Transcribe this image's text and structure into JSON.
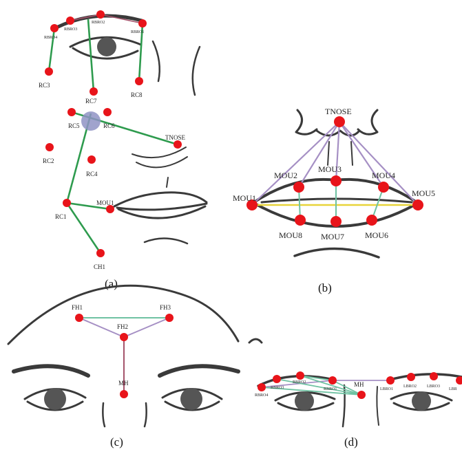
{
  "panels": {
    "a": {
      "caption": "(a)",
      "labels": {
        "RBRO1": "RBRO1",
        "RBRO2": "RBRO2",
        "RBRO3": "RBRO3",
        "RBRO4": "RBRO4",
        "RC3": "RC3",
        "RC7": "RC7",
        "RC8": "RC8",
        "RC5": "RC5",
        "RC6": "RC6",
        "TNOSE": "TNOSE",
        "RC2": "RC2",
        "RC4": "RC4",
        "RC1": "RC1",
        "MOU1": "MOU1",
        "CH1": "CH1"
      }
    },
    "b": {
      "caption": "(b)",
      "labels": {
        "TNOSE": "TNOSE",
        "MOU1": "MOU1",
        "MOU2": "MOU2",
        "MOU3": "MOU3",
        "MOU4": "MOU4",
        "MOU5": "MOU5",
        "MOU6": "MOU6",
        "MOU7": "MOU7",
        "MOU8": "MOU8"
      }
    },
    "c": {
      "caption": "(c)",
      "labels": {
        "FH1": "FH1",
        "FH2": "FH2",
        "FH3": "FH3",
        "MH": "MH"
      }
    },
    "d": {
      "caption": "(d)",
      "labels": {
        "RBRO4": "RBRO4",
        "RBRO3": "RBRO3",
        "RBRO2": "RBRO2",
        "RBRO1": "RBRO1",
        "MH": "MH",
        "LBRO1": "LBRO1",
        "LBRO2": "LBRO2",
        "LBRO3": "LBRO3",
        "LBRO4": "LBR"
      }
    }
  },
  "colors": {
    "landmark": "#e8141a",
    "edge_green": "#2e9b4e",
    "edge_purple": "#a58fc4",
    "edge_yellow": "#e8d43a",
    "edge_teal": "#6fc2a2",
    "edge_maroon": "#a4536b",
    "highlight_circle": "#8f93c4"
  }
}
